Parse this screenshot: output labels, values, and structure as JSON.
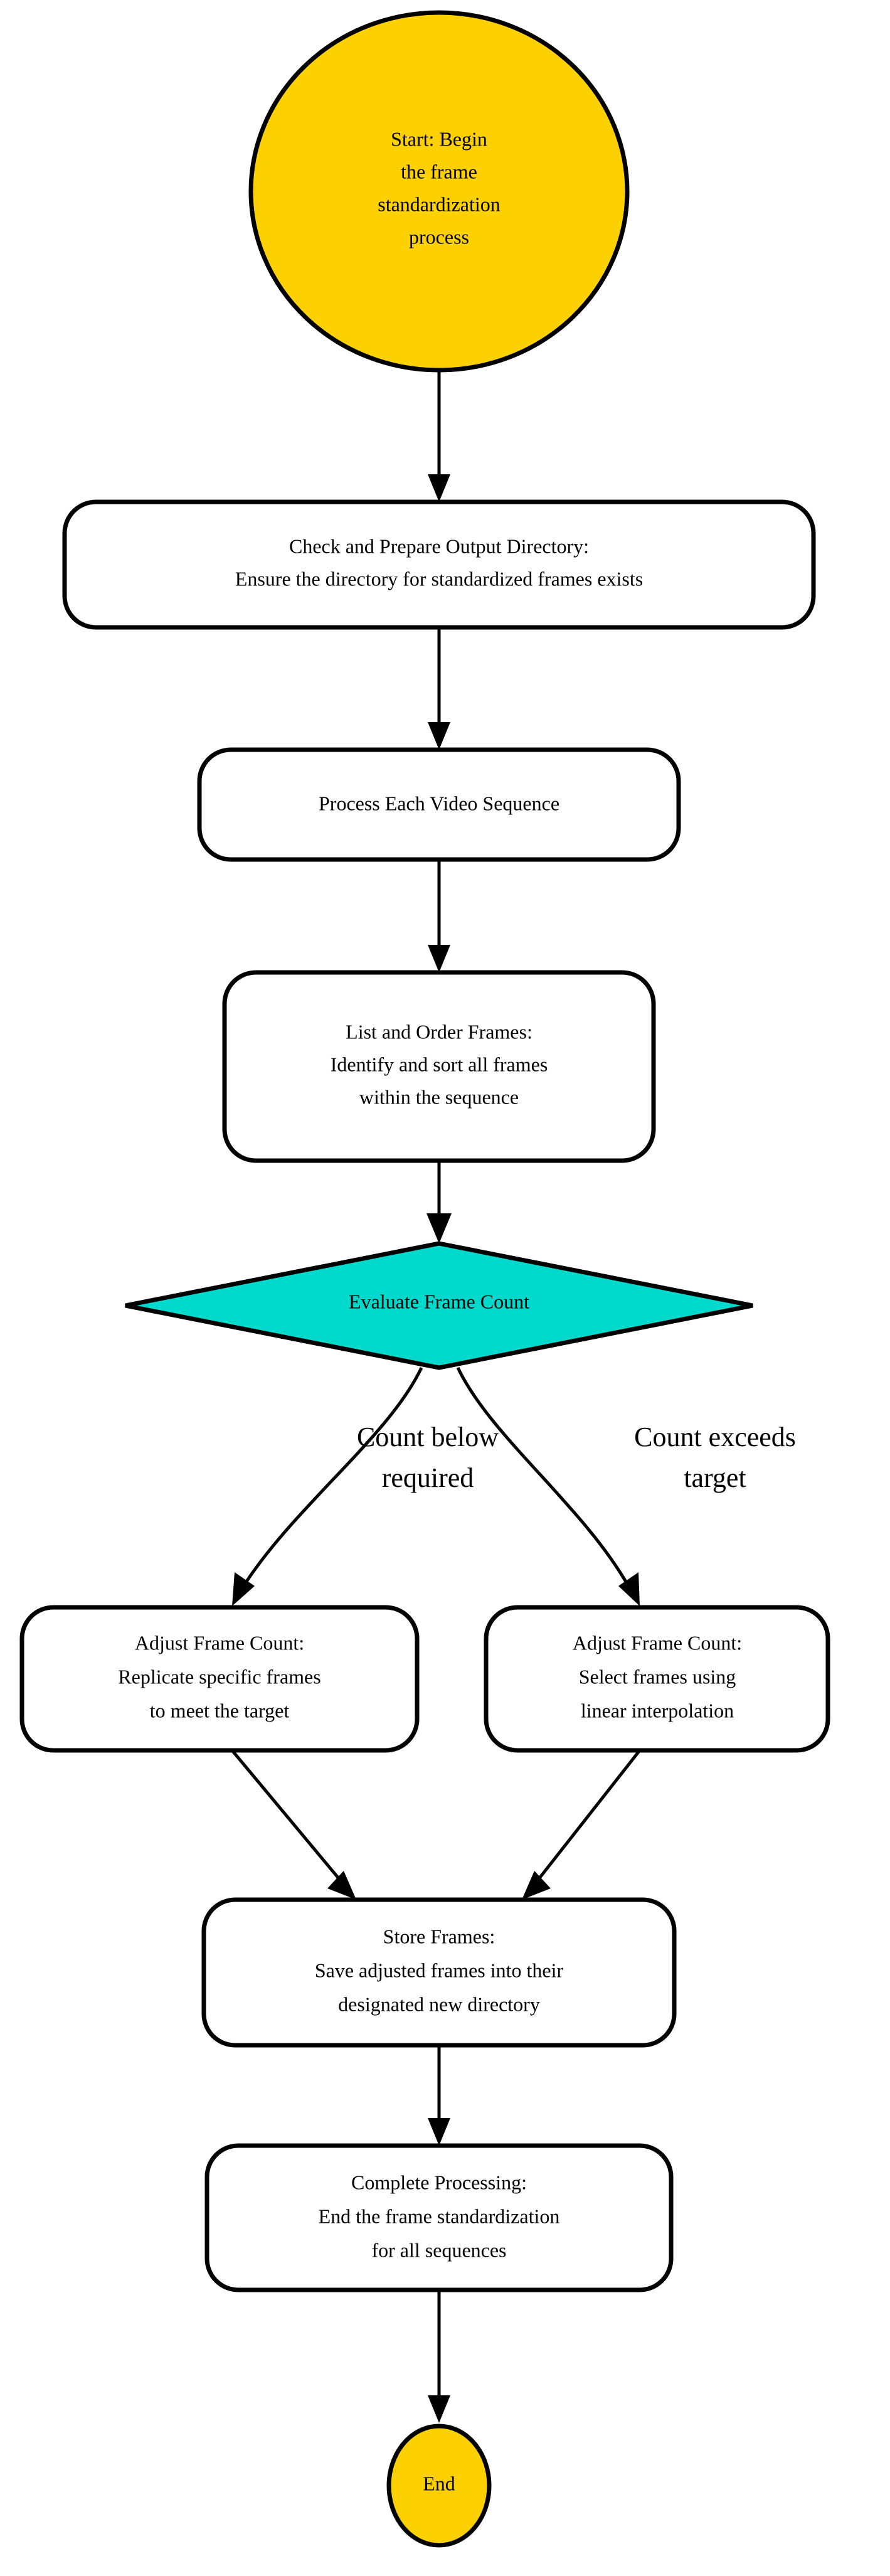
{
  "diagram": {
    "type": "flowchart",
    "orientation": "top-to-bottom",
    "title": "Frame Standardization Process",
    "background_color": "#ffffff",
    "palette": {
      "terminal_fill": "#fdd100",
      "decision_fill": "#00d9cb",
      "process_fill": "#ffffff",
      "stroke": "#000000",
      "text": "#000000"
    },
    "nodes": [
      {
        "id": "start",
        "shape": "ellipse",
        "fill": "#fdd100",
        "lines": [
          "Start: Begin",
          "the frame",
          "standardization",
          "process"
        ]
      },
      {
        "id": "check-prepare-output-directory",
        "shape": "rounded-rect",
        "fill": "#ffffff",
        "lines": [
          "Check and Prepare Output Directory:",
          "Ensure the directory for standardized frames exists"
        ]
      },
      {
        "id": "process-each-video-sequence",
        "shape": "rounded-rect",
        "fill": "#ffffff",
        "lines": [
          "Process Each Video Sequence"
        ]
      },
      {
        "id": "list-and-order-frames",
        "shape": "rounded-rect",
        "fill": "#ffffff",
        "lines": [
          "List and Order Frames:",
          "Identify and sort all frames",
          "within the sequence"
        ]
      },
      {
        "id": "evaluate-frame-count",
        "shape": "diamond",
        "fill": "#00d9cb",
        "lines": [
          "Evaluate Frame Count"
        ]
      },
      {
        "id": "adjust-frame-count-replicate",
        "shape": "rounded-rect",
        "fill": "#ffffff",
        "lines": [
          "Adjust Frame Count:",
          "Replicate specific frames",
          "to meet the target"
        ]
      },
      {
        "id": "adjust-frame-count-interpolate",
        "shape": "rounded-rect",
        "fill": "#ffffff",
        "lines": [
          "Adjust Frame Count:",
          "Select frames using",
          "linear interpolation"
        ]
      },
      {
        "id": "store-frames",
        "shape": "rounded-rect",
        "fill": "#ffffff",
        "lines": [
          "Store Frames:",
          "Save adjusted frames into their",
          "designated new directory"
        ]
      },
      {
        "id": "complete-processing",
        "shape": "rounded-rect",
        "fill": "#ffffff",
        "lines": [
          "Complete Processing:",
          "End the frame standardization",
          "for all sequences"
        ]
      },
      {
        "id": "end",
        "shape": "ellipse",
        "fill": "#fdd100",
        "lines": [
          "End"
        ]
      }
    ],
    "edges": [
      {
        "from": "start",
        "to": "check-prepare-output-directory",
        "label": ""
      },
      {
        "from": "check-prepare-output-directory",
        "to": "process-each-video-sequence",
        "label": ""
      },
      {
        "from": "process-each-video-sequence",
        "to": "list-and-order-frames",
        "label": ""
      },
      {
        "from": "list-and-order-frames",
        "to": "evaluate-frame-count",
        "label": ""
      },
      {
        "from": "evaluate-frame-count",
        "to": "adjust-frame-count-replicate",
        "label": "Count below required"
      },
      {
        "from": "evaluate-frame-count",
        "to": "adjust-frame-count-interpolate",
        "label": "Count exceeds target"
      },
      {
        "from": "adjust-frame-count-replicate",
        "to": "store-frames",
        "label": ""
      },
      {
        "from": "adjust-frame-count-interpolate",
        "to": "store-frames",
        "label": ""
      },
      {
        "from": "store-frames",
        "to": "complete-processing",
        "label": ""
      },
      {
        "from": "complete-processing",
        "to": "end",
        "label": ""
      }
    ]
  },
  "text": {
    "start_l1": "Start: Begin",
    "start_l2": "the frame",
    "start_l3": "standardization",
    "start_l4": "process",
    "check_l1": "Check and Prepare Output Directory:",
    "check_l2": "Ensure the directory for standardized frames exists",
    "process_l1": "Process Each Video Sequence",
    "list_l1": "List and Order Frames:",
    "list_l2": "Identify and sort all frames",
    "list_l3": "within the sequence",
    "decision_l1": "Evaluate Frame Count",
    "label_left_l1": "Count below",
    "label_left_l2": "required",
    "label_right_l1": "Count exceeds",
    "label_right_l2": "target",
    "replicate_l1": "Adjust Frame Count:",
    "replicate_l2": "Replicate specific frames",
    "replicate_l3": "to meet the target",
    "interpolate_l1": "Adjust Frame Count:",
    "interpolate_l2": "Select frames using",
    "interpolate_l3": "linear interpolation",
    "store_l1": "Store Frames:",
    "store_l2": "Save adjusted frames into their",
    "store_l3": "designated new directory",
    "complete_l1": "Complete Processing:",
    "complete_l2": "End the frame standardization",
    "complete_l3": "for all sequences",
    "end_l1": "End"
  }
}
